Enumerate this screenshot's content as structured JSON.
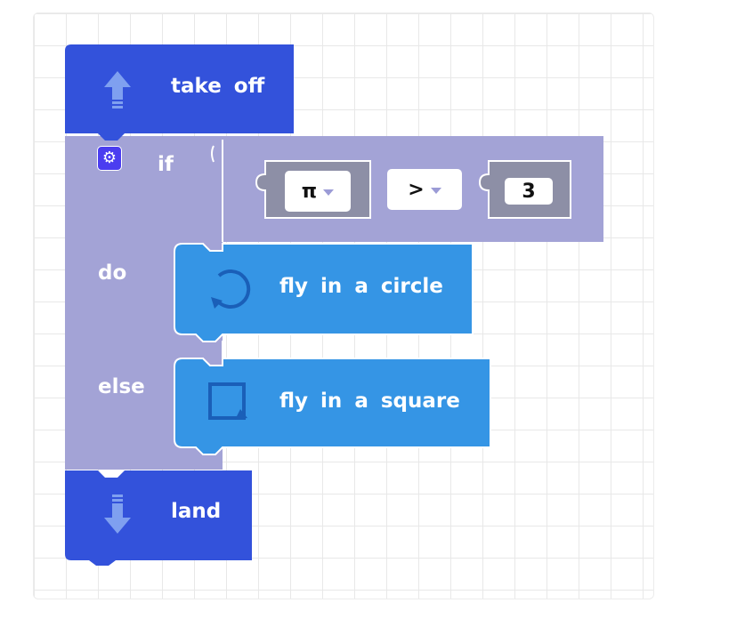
{
  "blocks": {
    "take_off": {
      "label": "take off",
      "icon": "arrow-up-icon"
    },
    "if_else": {
      "if_label": "if",
      "do_label": "do",
      "else_label": "else",
      "mutator_icon": "gear-icon"
    },
    "condition": {
      "left_var": "π",
      "operator": ">",
      "right_value": "3"
    },
    "fly_circle": {
      "label": "fly in a circle",
      "icon": "circle-arrow-icon"
    },
    "fly_square": {
      "label": "fly in a square",
      "icon": "square-icon"
    },
    "land": {
      "label": "land",
      "icon": "arrow-down-icon"
    }
  },
  "colors": {
    "motion": "#3352db",
    "logic": "#a3a3d6",
    "compare": "#8d8fa6",
    "action": "#3595e5",
    "action_icon": "#1a5fb8",
    "mutator": "#4b3df0"
  }
}
